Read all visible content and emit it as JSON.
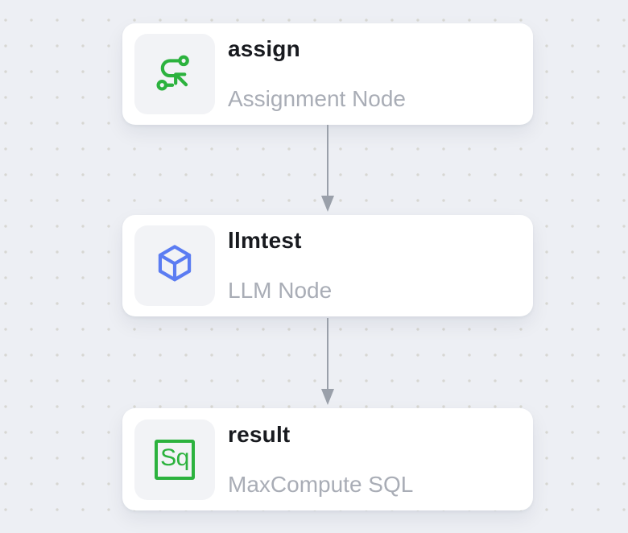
{
  "canvas": {
    "background_color": "#EDEFF4",
    "dot_color": "#D7D7D2",
    "arrow_color": "#9AA0AA"
  },
  "colors": {
    "accent_green": "#2CB23E",
    "accent_blue": "#5B7CF2",
    "title_text": "#181A1F",
    "subtitle_text": "#A9ADB6",
    "card_background": "#FFFFFF",
    "icon_tile_background": "#F2F3F6"
  },
  "nodes": [
    {
      "id": "assign",
      "title": "assign",
      "subtitle": "Assignment Node",
      "icon": "assignment-route-icon",
      "icon_color": "#2CB23E"
    },
    {
      "id": "llmtest",
      "title": "llmtest",
      "subtitle": "LLM Node",
      "icon": "cube-icon",
      "icon_color": "#5B7CF2"
    },
    {
      "id": "result",
      "title": "result",
      "subtitle": "MaxCompute SQL",
      "icon": "sql-square-icon",
      "icon_color": "#2CB23E",
      "icon_text": "Sq"
    }
  ],
  "connectors": [
    {
      "from": "assign",
      "to": "llmtest"
    },
    {
      "from": "llmtest",
      "to": "result"
    }
  ]
}
